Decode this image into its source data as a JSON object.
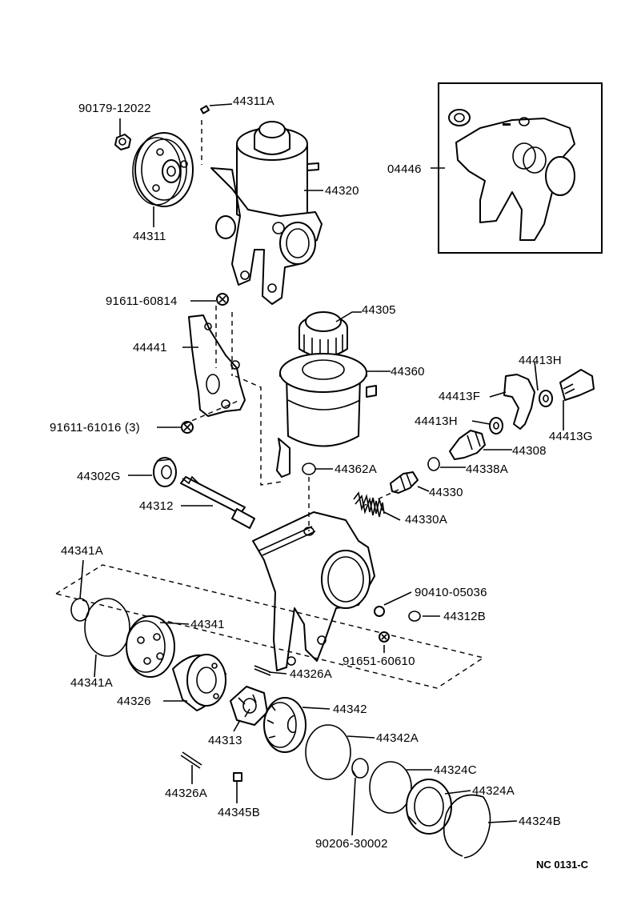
{
  "diagram_code": "NC 0131-C",
  "parts": [
    {
      "id": "p90179",
      "label": "90179-12022"
    },
    {
      "id": "p44311A",
      "label": "44311A"
    },
    {
      "id": "p44311",
      "label": "44311"
    },
    {
      "id": "p44320",
      "label": "44320"
    },
    {
      "id": "p04446",
      "label": "04446"
    },
    {
      "id": "p91611a",
      "label": "91611-60814"
    },
    {
      "id": "p44441",
      "label": "44441"
    },
    {
      "id": "p91611b",
      "label": "91611-61016 (3)"
    },
    {
      "id": "p44305",
      "label": "44305"
    },
    {
      "id": "p44360",
      "label": "44360"
    },
    {
      "id": "p44413H1",
      "label": "44413H"
    },
    {
      "id": "p44413F",
      "label": "44413F"
    },
    {
      "id": "p44413H2",
      "label": "44413H"
    },
    {
      "id": "p44413G",
      "label": "44413G"
    },
    {
      "id": "p44308",
      "label": "44308"
    },
    {
      "id": "p44338A",
      "label": "44338A"
    },
    {
      "id": "p44302G",
      "label": "44302G"
    },
    {
      "id": "p44362A",
      "label": "44362A"
    },
    {
      "id": "p44330",
      "label": "44330"
    },
    {
      "id": "p44312",
      "label": "44312"
    },
    {
      "id": "p44330A",
      "label": "44330A"
    },
    {
      "id": "p44341Atop",
      "label": "44341A"
    },
    {
      "id": "p90410",
      "label": "90410-05036"
    },
    {
      "id": "p44341",
      "label": "44341"
    },
    {
      "id": "p44312B",
      "label": "44312B"
    },
    {
      "id": "p44341Abot",
      "label": "44341A"
    },
    {
      "id": "p91651",
      "label": "91651-60610"
    },
    {
      "id": "p44326A1",
      "label": "44326A"
    },
    {
      "id": "p44326",
      "label": "44326"
    },
    {
      "id": "p44342",
      "label": "44342"
    },
    {
      "id": "p44313",
      "label": "44313"
    },
    {
      "id": "p44342A",
      "label": "44342A"
    },
    {
      "id": "p44324C",
      "label": "44324C"
    },
    {
      "id": "p44326A2",
      "label": "44326A"
    },
    {
      "id": "p44324A",
      "label": "44324A"
    },
    {
      "id": "p44345B",
      "label": "44345B"
    },
    {
      "id": "p44324B",
      "label": "44324B"
    },
    {
      "id": "p90206",
      "label": "90206-30002"
    }
  ]
}
